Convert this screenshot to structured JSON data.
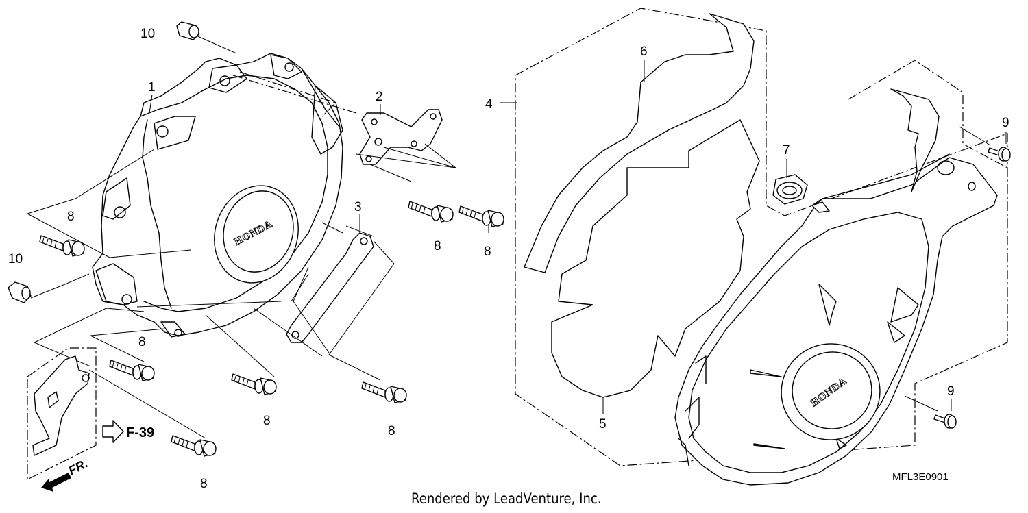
{
  "callouts": {
    "c1": "1",
    "c2": "2",
    "c3": "3",
    "c4": "4",
    "c5": "5",
    "c6": "6",
    "c7": "7",
    "c8": "8",
    "c9": "9",
    "c10": "10"
  },
  "cover_brand": "HONDA",
  "reference": {
    "label": "F-39"
  },
  "direction": {
    "label": "FR."
  },
  "diagram_code": "MFL3E0901",
  "credit": "Rendered by LeadVenture, Inc."
}
